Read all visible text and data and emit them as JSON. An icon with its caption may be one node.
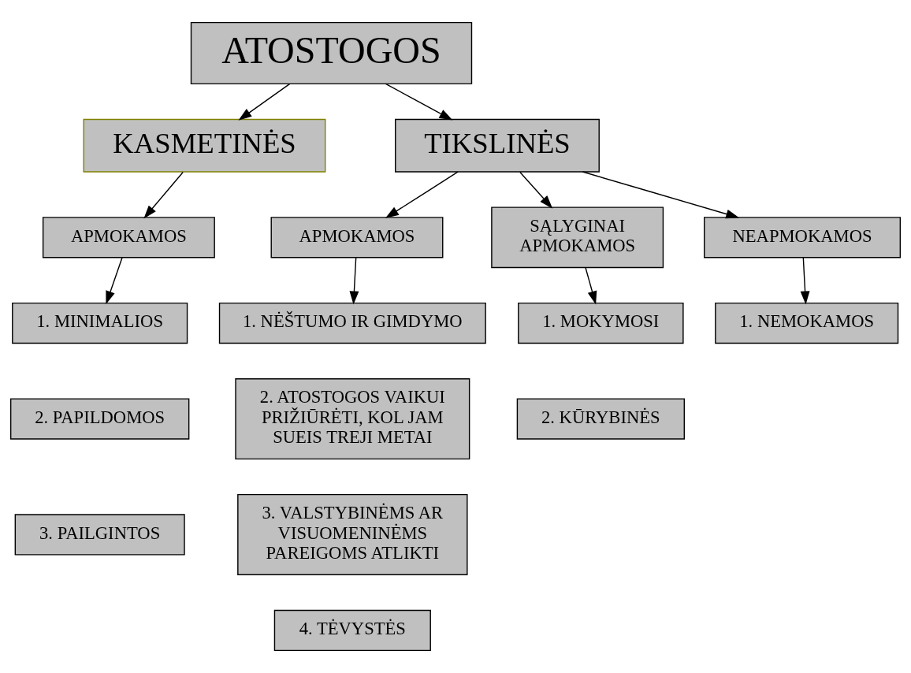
{
  "diagram": {
    "nodes": [
      {
        "text": [
          "ATOSTOGOS"
        ]
      },
      {
        "text": [
          "KASMETINĖS"
        ]
      },
      {
        "text": [
          "TIKSLINĖS"
        ]
      },
      {
        "text": [
          "APMOKAMOS"
        ]
      },
      {
        "text": [
          "1. MINIMALIOS"
        ]
      },
      {
        "text": [
          "2. PAPILDOMOS"
        ]
      },
      {
        "text": [
          "3. PAILGINTOS"
        ]
      },
      {
        "text": [
          "APMOKAMOS"
        ]
      },
      {
        "text": [
          "1. NĖŠTUMO IR GIMDYMO"
        ]
      },
      {
        "text": [
          "2. ATOSTOGOS VAIKUI PRIŽIŪRĖTI, KOL JAM SUEIS TREJI METAI"
        ]
      },
      {
        "text": [
          "3. VALSTYBINĖMS AR VISUOMENINĖMS PAREIGOMS ATLIKTI"
        ]
      },
      {
        "text": [
          "4. TĖVYSTĖS"
        ]
      },
      {
        "text": [
          "SĄLYGINAI APMOKAMOS"
        ]
      },
      {
        "text": [
          "1. MOKYMOSI"
        ]
      },
      {
        "text": [
          "2. KŪRYBINĖS"
        ]
      },
      {
        "text": [
          "NEAPMOKAMOS"
        ]
      },
      {
        "text": [
          "1. NEMOKAMOS"
        ]
      }
    ],
    "edges": [
      {
        "from": 0,
        "to": 1,
        "arrow": "to"
      },
      {
        "from": 0,
        "to": 2,
        "arrow": "to"
      },
      {
        "from": 1,
        "to": 3,
        "arrow": "to"
      },
      {
        "from": 3,
        "to": 4,
        "arrow": "to"
      },
      {
        "from": 2,
        "to": 7,
        "arrow": "to"
      },
      {
        "from": 7,
        "to": 8,
        "arrow": "to"
      },
      {
        "from": 2,
        "to": 12,
        "arrow": "to"
      },
      {
        "from": 12,
        "to": 13,
        "arrow": "to"
      },
      {
        "from": 2,
        "to": 15,
        "arrow": "to"
      },
      {
        "from": 15,
        "to": 16,
        "arrow": "to"
      }
    ]
  }
}
